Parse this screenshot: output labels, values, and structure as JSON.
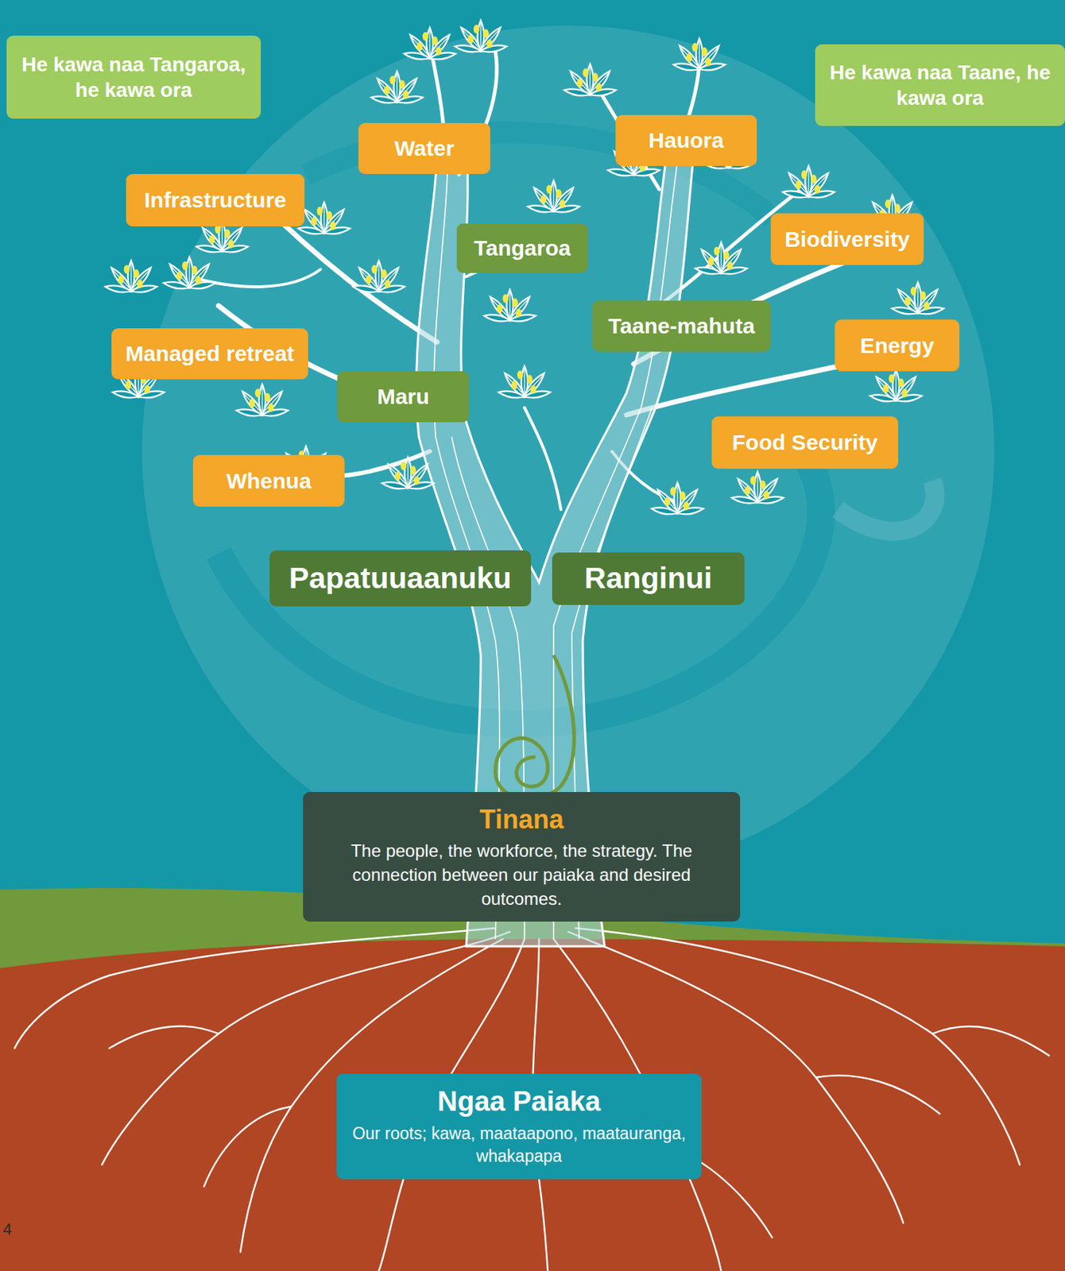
{
  "diagram": {
    "nodes": [
      {
        "text": [
          "He kawa naa Tangaroa, he kawa ora"
        ]
      },
      {
        "text": [
          "He kawa naa Taane, he kawa ora"
        ]
      },
      {
        "text": [
          "Hauora"
        ]
      },
      {
        "text": [
          "Water"
        ]
      },
      {
        "text": [
          "Infrastructure"
        ]
      },
      {
        "text": [
          "Biodiversity"
        ]
      },
      {
        "text": [
          "Tangaroa"
        ]
      },
      {
        "text": [
          "Taane-mahuta"
        ]
      },
      {
        "text": [
          "Energy"
        ]
      },
      {
        "text": [
          "Managed retreat"
        ]
      },
      {
        "text": [
          "Maru"
        ]
      },
      {
        "text": [
          "Food Security"
        ]
      },
      {
        "text": [
          "Whenua"
        ]
      },
      {
        "text": [
          "Papatuuaanuku"
        ]
      },
      {
        "text": [
          "Ranginui"
        ]
      },
      {
        "text": [
          "Tinana",
          "The people, the workforce, the strategy. The connection between our paiaka and desired outcomes."
        ]
      },
      {
        "text": [
          "Ngaa Paiaka",
          "Our roots; kawa, maataapono, maatauranga, whakapapa"
        ]
      }
    ],
    "labels": [
      "4"
    ]
  }
}
